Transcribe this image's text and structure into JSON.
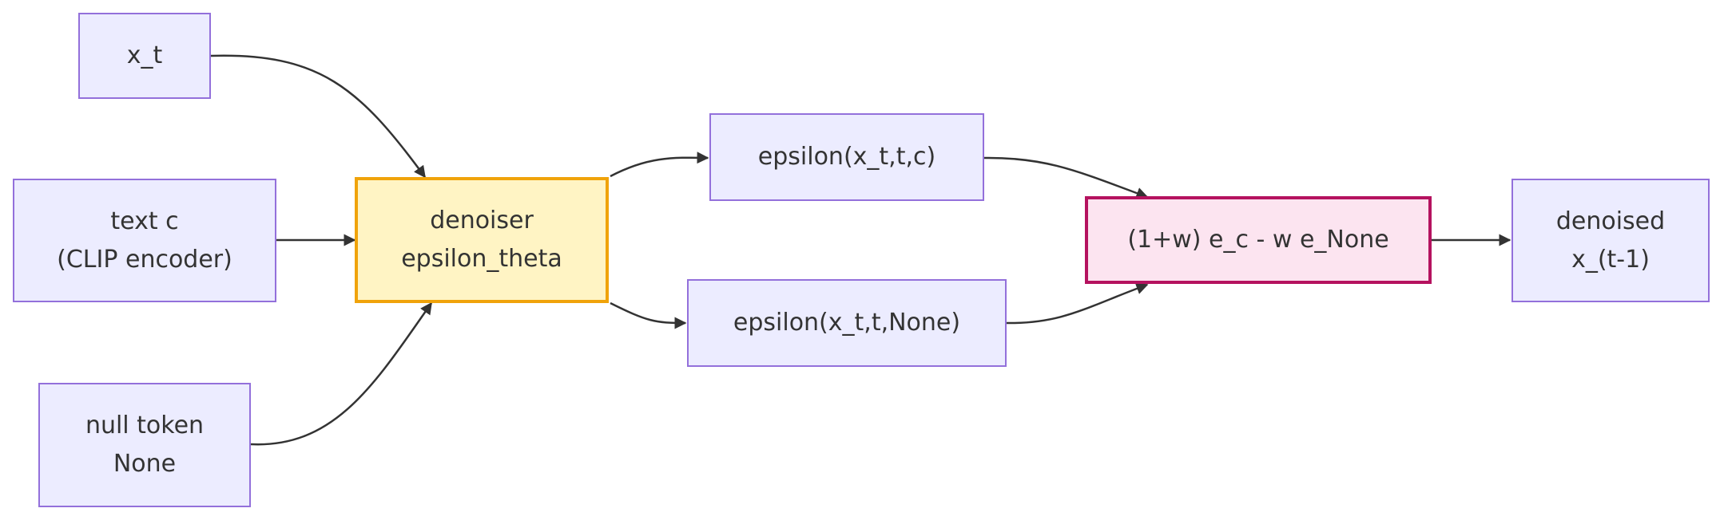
{
  "nodes": {
    "xt": {
      "lines": [
        "x_t"
      ]
    },
    "text": {
      "lines": [
        "text c",
        "(CLIP encoder)"
      ]
    },
    "null": {
      "lines": [
        "null token",
        "None"
      ]
    },
    "denoiser": {
      "lines": [
        "denoiser",
        "epsilon_theta"
      ]
    },
    "eps_c": {
      "lines": [
        "epsilon(x_t,t,c)"
      ]
    },
    "eps_none": {
      "lines": [
        "epsilon(x_t,t,None)"
      ]
    },
    "combine": {
      "lines": [
        "(1+w) e_c - w e_None"
      ]
    },
    "out": {
      "lines": [
        "denoised",
        "x_(t-1)"
      ]
    }
  },
  "colors": {
    "default_fill": "#ECECFF",
    "default_stroke": "#9370DB",
    "denoiser_fill": "#FFF4C4",
    "denoiser_stroke": "#F0A30A",
    "combine_fill": "#FCE4F0",
    "combine_stroke": "#B5125F",
    "edge": "#333333"
  }
}
